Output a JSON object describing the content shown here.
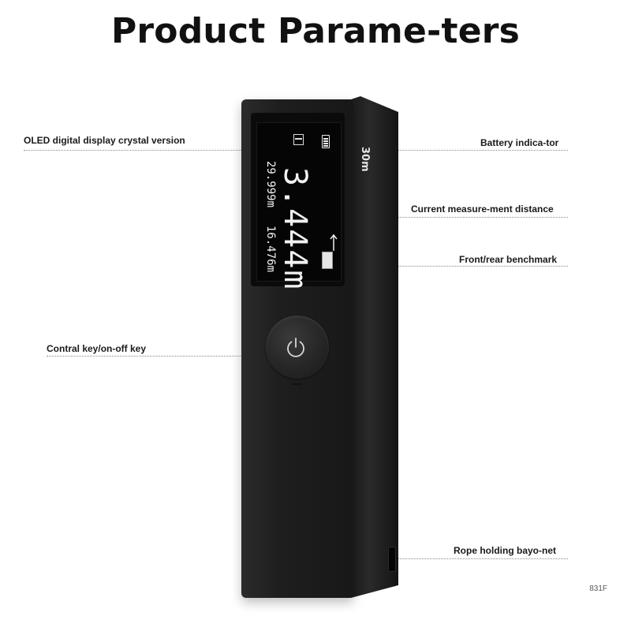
{
  "title": "Product Parame-ters",
  "callouts": {
    "oled": "OLED digital display crystal version",
    "battery": "Battery indica-tor",
    "distance": "Current measure-ment distance",
    "benchmark": "Front/rear benchmark",
    "key": "Contral key/on-off key",
    "rope": "Rope holding bayo-net"
  },
  "display": {
    "main_value": "3.444m",
    "max_value": "29.999m",
    "prev_value": "16.476m"
  },
  "device": {
    "brand_mark": "30m"
  },
  "product_code": "831F",
  "icons": [
    "mode-icon",
    "battery-icon",
    "benchmark-arrow-icon",
    "power-icon"
  ]
}
